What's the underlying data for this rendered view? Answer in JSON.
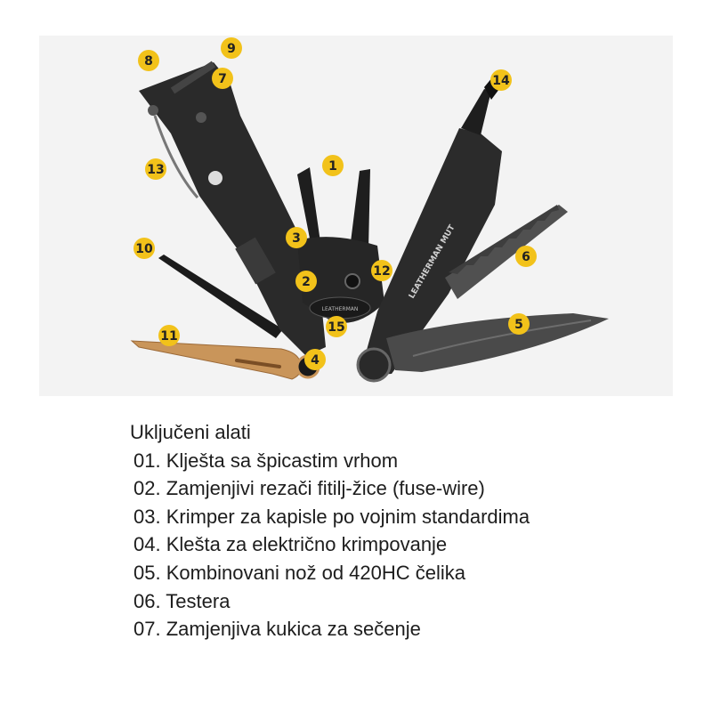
{
  "callouts": [
    {
      "id": "1",
      "label": "1"
    },
    {
      "id": "2",
      "label": "2"
    },
    {
      "id": "3",
      "label": "3"
    },
    {
      "id": "4",
      "label": "4"
    },
    {
      "id": "5",
      "label": "5"
    },
    {
      "id": "6",
      "label": "6"
    },
    {
      "id": "7",
      "label": "7"
    },
    {
      "id": "8",
      "label": "8"
    },
    {
      "id": "9",
      "label": "9"
    },
    {
      "id": "10",
      "label": "10"
    },
    {
      "id": "11",
      "label": "11"
    },
    {
      "id": "12",
      "label": "12"
    },
    {
      "id": "13",
      "label": "13"
    },
    {
      "id": "14",
      "label": "14"
    },
    {
      "id": "15",
      "label": "15"
    }
  ],
  "tool_engraving": "LEATHERMAN MUT",
  "pivot_engraving": "LEATHERMAN",
  "callout_color": "#f2c21a",
  "caption": {
    "heading": "Uključeni alati",
    "items": [
      "01. Klješta sa špicastim vrhom",
      "02. Zamjenjivi rezači fitilj-žice (fuse-wire)",
      "03. Krimper za kapisle po vojnim standardima",
      "04. Klešta za električno krimpovanje",
      "05. Kombinovani nož od 420HC čelika",
      "06. Testera",
      "07. Zamjenjiva kukica za sečenje"
    ]
  }
}
